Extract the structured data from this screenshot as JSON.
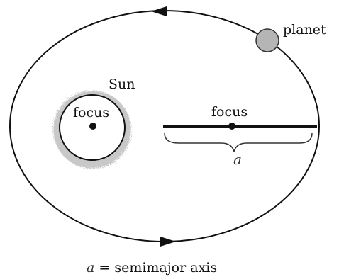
{
  "labels": {
    "planet": "planet",
    "sun": "Sun",
    "sun_focus": "focus",
    "empty_focus": "focus",
    "axis_symbol": "a"
  },
  "caption": {
    "symbol": "a",
    "text": " = semimajor axis"
  },
  "colors": {
    "orbit": "#111111",
    "planet_fill": "#b5b5b5",
    "sun_corona": "#c8c8c8",
    "ink": "#111111"
  }
}
